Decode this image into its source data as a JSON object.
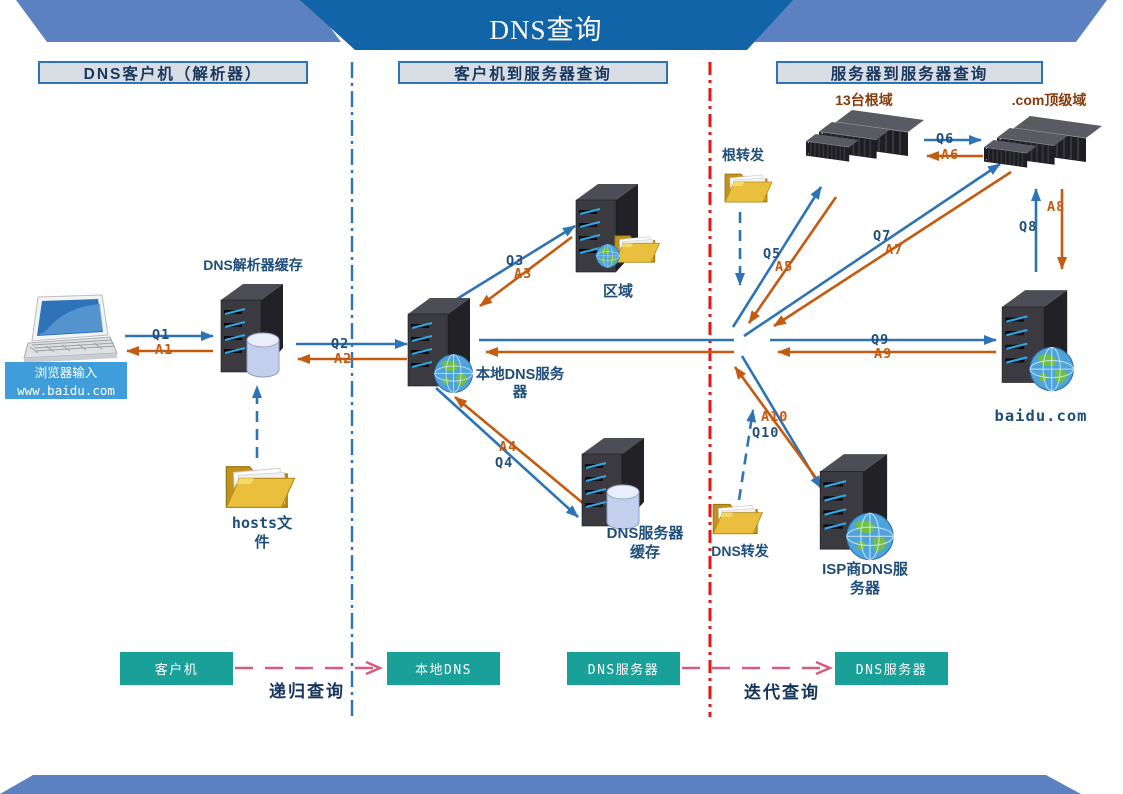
{
  "title": "DNS查询",
  "sections": {
    "s1": "DNS客户机（解析器）",
    "s2": "客户机到服务器查询",
    "s3": "服务器到服务器查询"
  },
  "nodes": {
    "browser_line1": "浏览器输入",
    "browser_line2": "www.baidu.com",
    "resolver_cache": "DNS解析器缓存",
    "hosts": "hosts文件",
    "local_dns": "本地DNS服务器",
    "zone": "区域",
    "dns_cache": "DNS服务器缓存",
    "root_forward": "根转发",
    "roots": "13台根域",
    "tld": ".com顶级域",
    "dns_forward": "DNS转发",
    "isp": "ISP商DNS服务器",
    "baidu": "baidu.com"
  },
  "arrows": {
    "q1": "Q1",
    "a1": "A1",
    "q2": "Q2",
    "a2": "A2",
    "q3": "Q3",
    "a3": "A3",
    "q4": "Q4",
    "a4": "A4",
    "q5": "Q5",
    "a5": "A5",
    "q6": "Q6",
    "a6": "A6",
    "q7": "Q7",
    "a7": "A7",
    "q8": "Q8",
    "a8": "A8",
    "q9": "Q9",
    "a9": "A9",
    "q10": "Q10",
    "a10": "A10"
  },
  "flow": {
    "client": "客户机",
    "local": "本地DNS",
    "dns1": "DNS服务器",
    "dns2": "DNS服务器",
    "recursive": "递归查询",
    "iterative": "迭代查询"
  },
  "colors": {
    "query_arrow": "#2e74b5",
    "answer_arrow": "#c55a11",
    "banner_dark": "#1264a9",
    "banner_light": "#5b81c1",
    "teal_box": "#18a099",
    "divider_red": "#e71414",
    "divider_blue": "#2e74b5",
    "flow_arrow_pink": "#d75b7c",
    "label_navy": "#1f4e79",
    "label_maroon": "#843c0c"
  }
}
